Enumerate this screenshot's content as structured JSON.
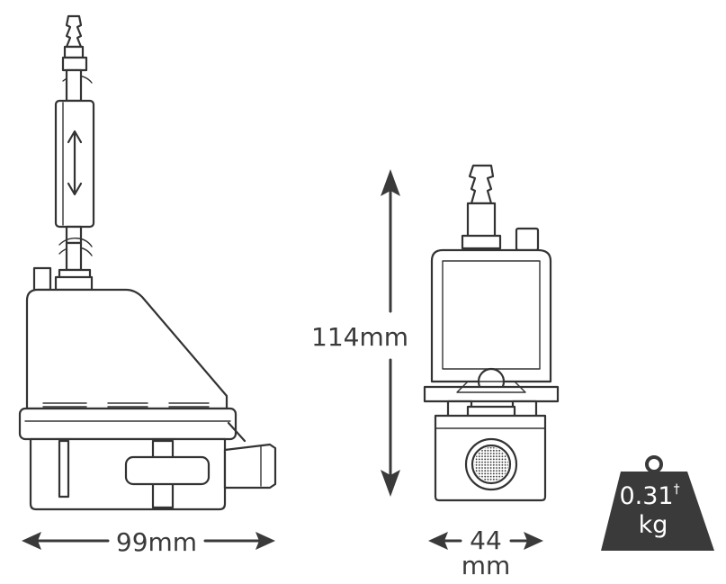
{
  "labels": {
    "width": "99mm",
    "height": "114mm",
    "depth_value": "44",
    "depth_unit": "mm",
    "weight_value": "0.31",
    "weight_mark": "†",
    "weight_unit": "kg"
  },
  "colors": {
    "line": "#333333",
    "label": "#3a3a3a",
    "weight_fill": "#3a3a3a",
    "background": "#ffffff"
  },
  "icons": [
    "pump-side-view",
    "pump-front-view",
    "weight-icon",
    "double-arrow-icon"
  ]
}
